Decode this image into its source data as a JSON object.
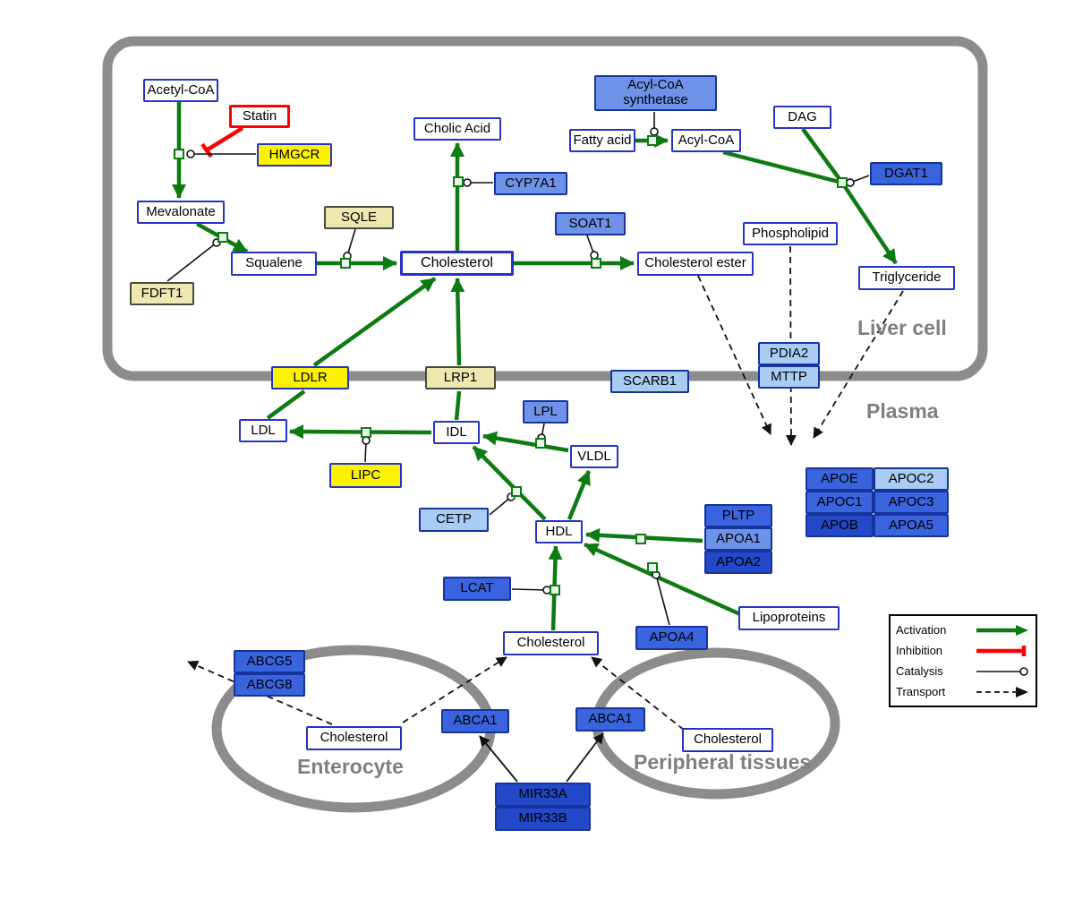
{
  "compartments": {
    "liver": "Liver cell",
    "plasma": "Plasma",
    "enterocyte": "Enterocyte",
    "peripheral": "Peripheral tissues"
  },
  "nodes": {
    "acetyl_coa": "Acetyl-CoA",
    "statin": "Statin",
    "hmgcr": "HMGCR",
    "mevalonate": "Mevalonate",
    "fdft1": "FDFT1",
    "sqle": "SQLE",
    "squalene": "Squalene",
    "cholesterol_liver": "Cholesterol",
    "cholic_acid": "Cholic Acid",
    "cyp7a1": "CYP7A1",
    "soat1": "SOAT1",
    "cholesterol_ester": "Cholesterol ester",
    "acyl_coa_synthetase": "Acyl-CoA synthetase",
    "fatty_acid": "Fatty acid",
    "acyl_coa": "Acyl-CoA",
    "dag": "DAG",
    "dgat1": "DGAT1",
    "phospholipid": "Phospholipid",
    "triglyceride": "Triglyceride",
    "ldlr": "LDLR",
    "lrp1": "LRP1",
    "scarb1": "SCARB1",
    "pdia2": "PDIA2",
    "mttp": "MTTP",
    "ldl": "LDL",
    "idl": "IDL",
    "lpl": "LPL",
    "vldl": "VLDL",
    "lipc": "LIPC",
    "cetp": "CETP",
    "hdl": "HDL",
    "pltp": "PLTP",
    "apoa1": "APOA1",
    "apoa2": "APOA2",
    "apoe": "APOE",
    "apoc2": "APOC2",
    "apoc1": "APOC1",
    "apoc3": "APOC3",
    "apob": "APOB",
    "apoa5": "APOA5",
    "lcat": "LCAT",
    "apoa4": "APOA4",
    "lipoproteins": "Lipoproteins",
    "cholesterol_plasma": "Cholesterol",
    "abcg5": "ABCG5",
    "abcg8": "ABCG8",
    "cholesterol_enterocyte": "Cholesterol",
    "abca1_enterocyte": "ABCA1",
    "abca1_peripheral": "ABCA1",
    "cholesterol_peripheral": "Cholesterol",
    "mir33a": "MIR33A",
    "mir33b": "MIR33B"
  },
  "legend": {
    "activation": "Activation",
    "inhibition": "Inhibition",
    "catalysis": "Catalysis",
    "transport": "Transport"
  },
  "colors": {
    "activation": "#0E7A12",
    "inhibition": "#FF0000",
    "membrane": "#8C8C8C",
    "yellow_node": "#FCF200",
    "pale_yellow_node": "#EDE8B0",
    "light_blue_node": "#A9CCF4",
    "blue_node": "#3A64DD",
    "dark_blue_node": "#2348C8"
  }
}
